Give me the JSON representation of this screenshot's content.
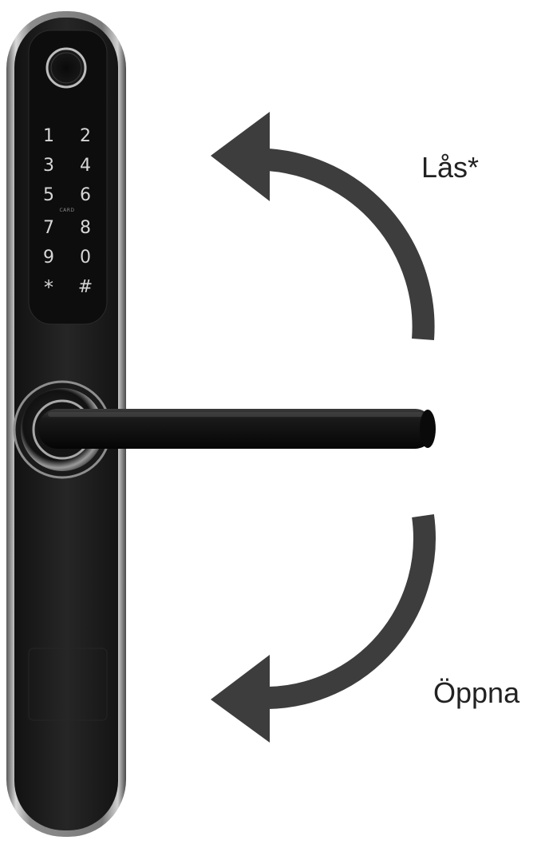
{
  "lock_device": {
    "keypad_keys": [
      "1",
      "2",
      "3",
      "4",
      "5",
      "6",
      "7",
      "8",
      "9",
      "0",
      "*",
      "#"
    ],
    "card_label": "CARD",
    "sensor_icon": "fingerprint-sensor-icon"
  },
  "instructions": {
    "lock_label": "Lås*",
    "open_label": "Öppna"
  },
  "colors": {
    "lock_body": "#1b1b1b",
    "frame_edge": "#b8b8b8",
    "arrow": "#3d3d3d",
    "key_text": "#d6d6d6"
  }
}
